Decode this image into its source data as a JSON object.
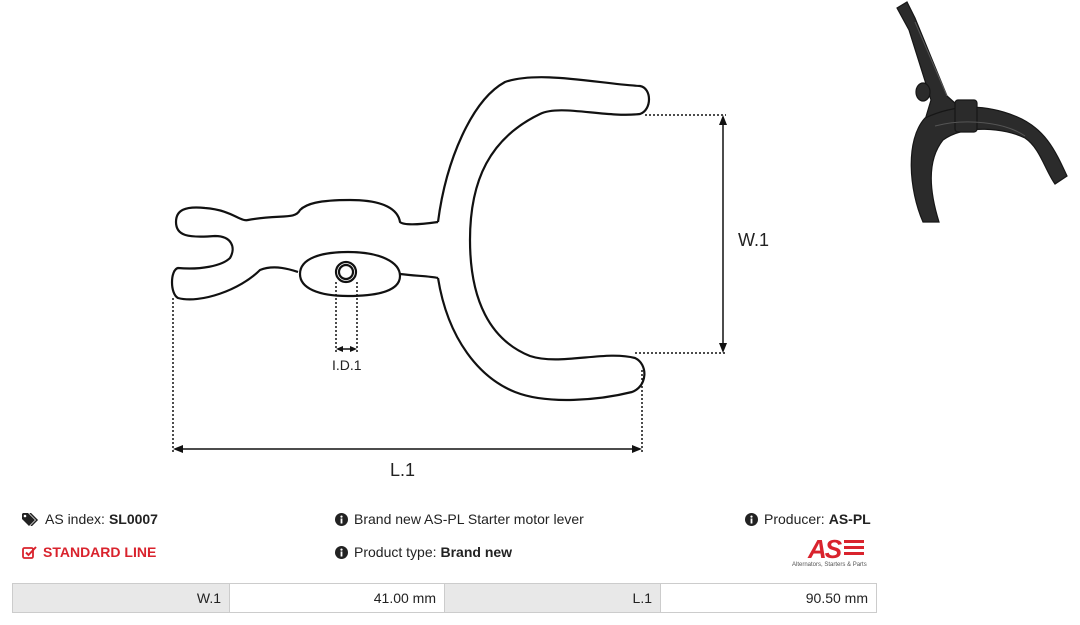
{
  "drawing": {
    "width_label": "W.1",
    "length_label": "L.1",
    "inner_diameter_label": "I.D.1"
  },
  "info": {
    "as_index_label": "AS index:",
    "as_index_value": "SL0007",
    "description": "Brand new AS-PL Starter motor lever",
    "producer_label": "Producer:",
    "producer_value": "AS-PL",
    "line_label": "STANDARD LINE",
    "product_type_label": "Product type:",
    "product_type_value": "Brand new"
  },
  "logo": {
    "text": "AS",
    "tagline": "Alternators, Starters & Parts"
  },
  "specs": [
    {
      "label": "W.1",
      "value": "41.00 mm"
    },
    {
      "label": "L.1",
      "value": "90.50 mm"
    }
  ],
  "colors": {
    "accent_red": "#d9232d",
    "label_cell_bg": "#e8e8e8",
    "border": "#cccccc"
  },
  "icons": [
    "tags-icon",
    "info-icon",
    "check-square-icon"
  ]
}
